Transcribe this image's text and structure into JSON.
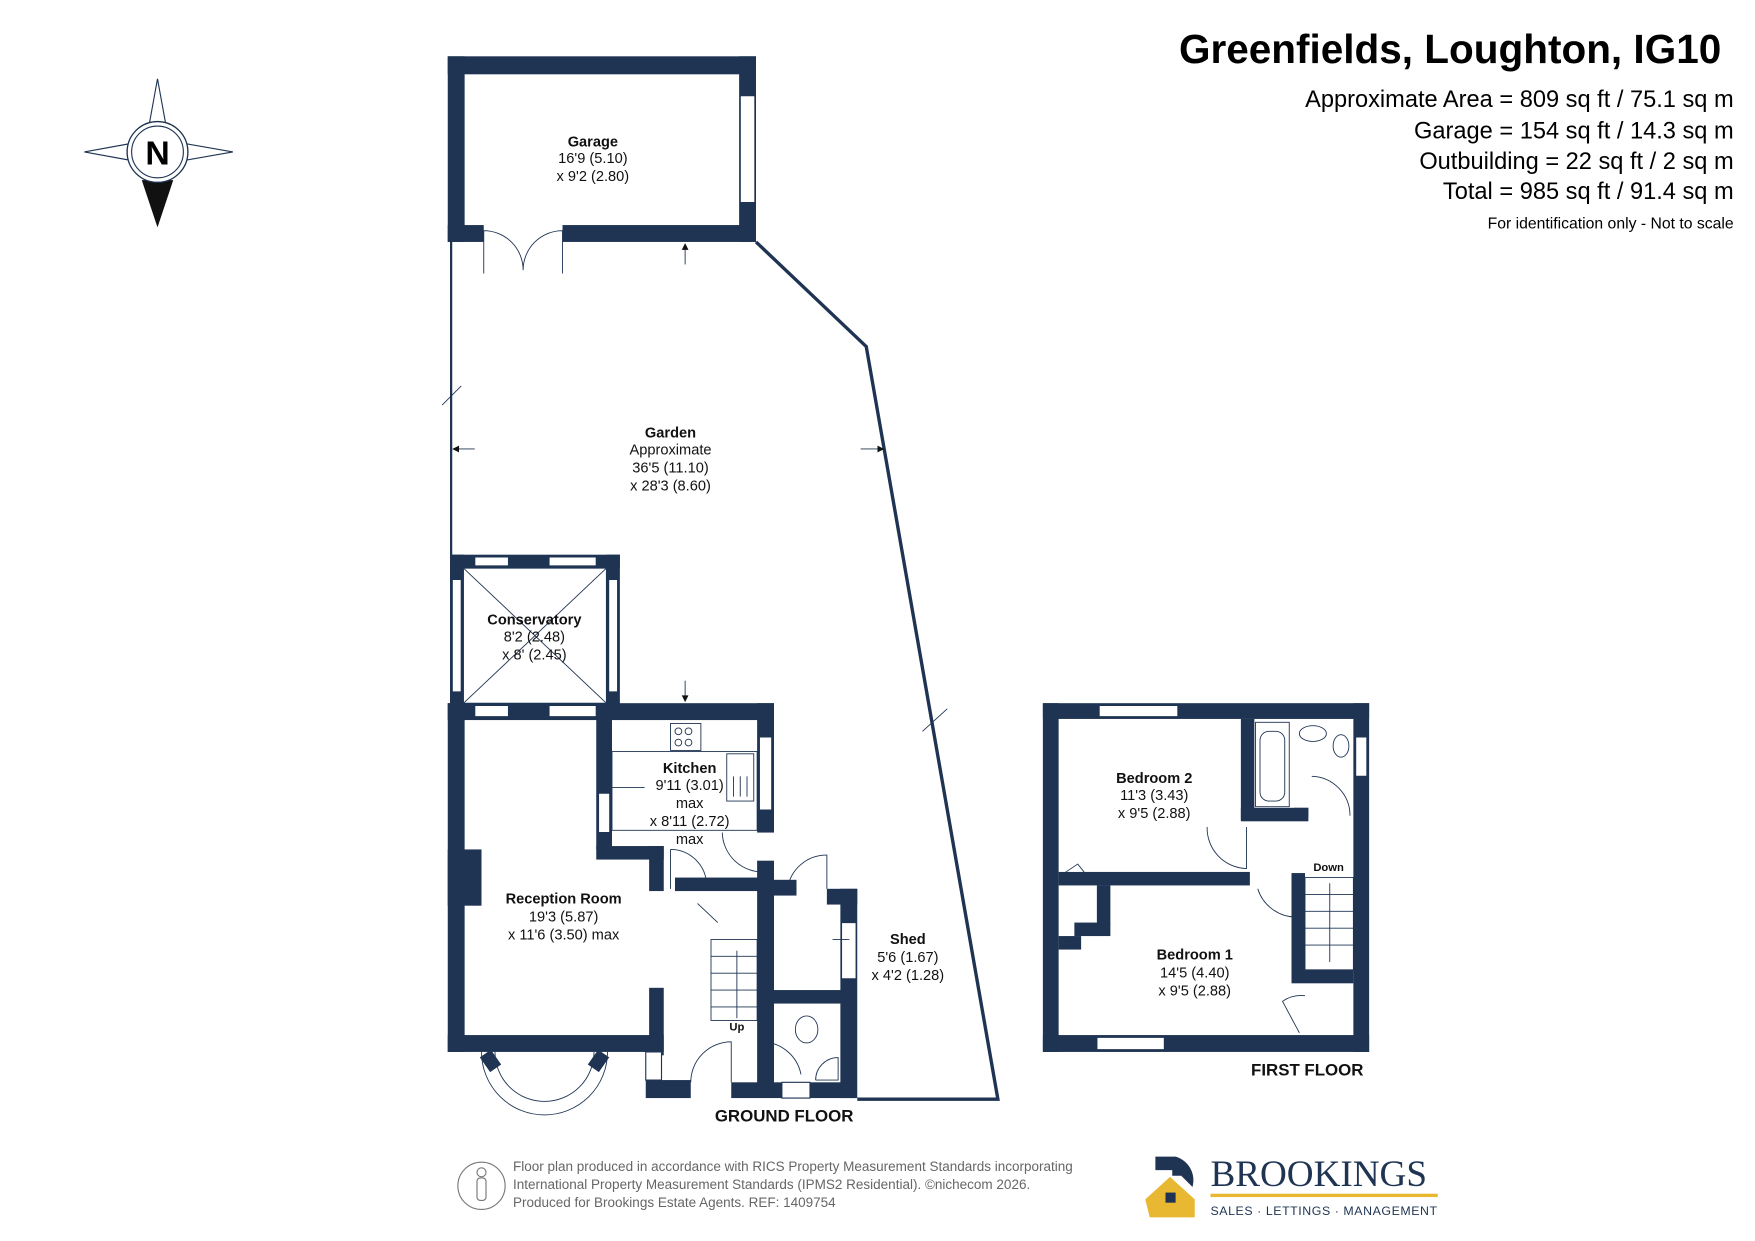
{
  "header": {
    "title": "Greenfields, Loughton, IG10",
    "areas": [
      "Approximate Area = 809 sq ft / 75.1 sq m",
      "Garage = 154 sq ft / 14.3 sq m",
      "Outbuilding = 22 sq ft / 2 sq m",
      "Total = 985 sq ft / 91.4 sq m"
    ],
    "disclaimer": "For identification only - Not to scale"
  },
  "compass": {
    "label": "N"
  },
  "rooms": {
    "garage": {
      "name": "Garage",
      "dim1": "16'9 (5.10)",
      "dim2": "x 9'2 (2.80)"
    },
    "garden": {
      "name": "Garden",
      "dim0": "Approximate",
      "dim1": "36'5 (11.10)",
      "dim2": "x 28'3 (8.60)"
    },
    "conservatory": {
      "name": "Conservatory",
      "dim1": "8'2 (2.48)",
      "dim2": "x 8' (2.45)"
    },
    "kitchen": {
      "name": "Kitchen",
      "dim1": "9'11 (3.01)",
      "dim1b": "max",
      "dim2": "x 8'11 (2.72)",
      "dim2b": "max"
    },
    "reception": {
      "name": "Reception Room",
      "dim1": "19'3 (5.87)",
      "dim2": "x 11'6 (3.50) max"
    },
    "shed": {
      "name": "Shed",
      "dim1": "5'6 (1.67)",
      "dim2": "x 4'2 (1.28)"
    },
    "bedroom2": {
      "name": "Bedroom 2",
      "dim1": "11'3 (3.43)",
      "dim2": "x 9'5 (2.88)"
    },
    "bedroom1": {
      "name": "Bedroom 1",
      "dim1": "14'5 (4.40)",
      "dim2": "x 9'5 (2.88)"
    }
  },
  "stairs": {
    "up": "Up",
    "down": "Down"
  },
  "floors": {
    "ground": "GROUND FLOOR",
    "first": "FIRST FLOOR"
  },
  "footer": {
    "lines": [
      "Floor plan produced in accordance with RICS Property Measurement Standards incorporating",
      "International Property Measurement Standards (IPMS2 Residential).   ©nichecom 2026.",
      "Produced for Brookings Estate Agents.   REF: 1409754"
    ]
  },
  "brand": {
    "name": "BROOKINGS",
    "tagline": "SALES · LETTINGS · MANAGEMENT",
    "navy": "#1f3453",
    "gold": "#e8b832"
  }
}
